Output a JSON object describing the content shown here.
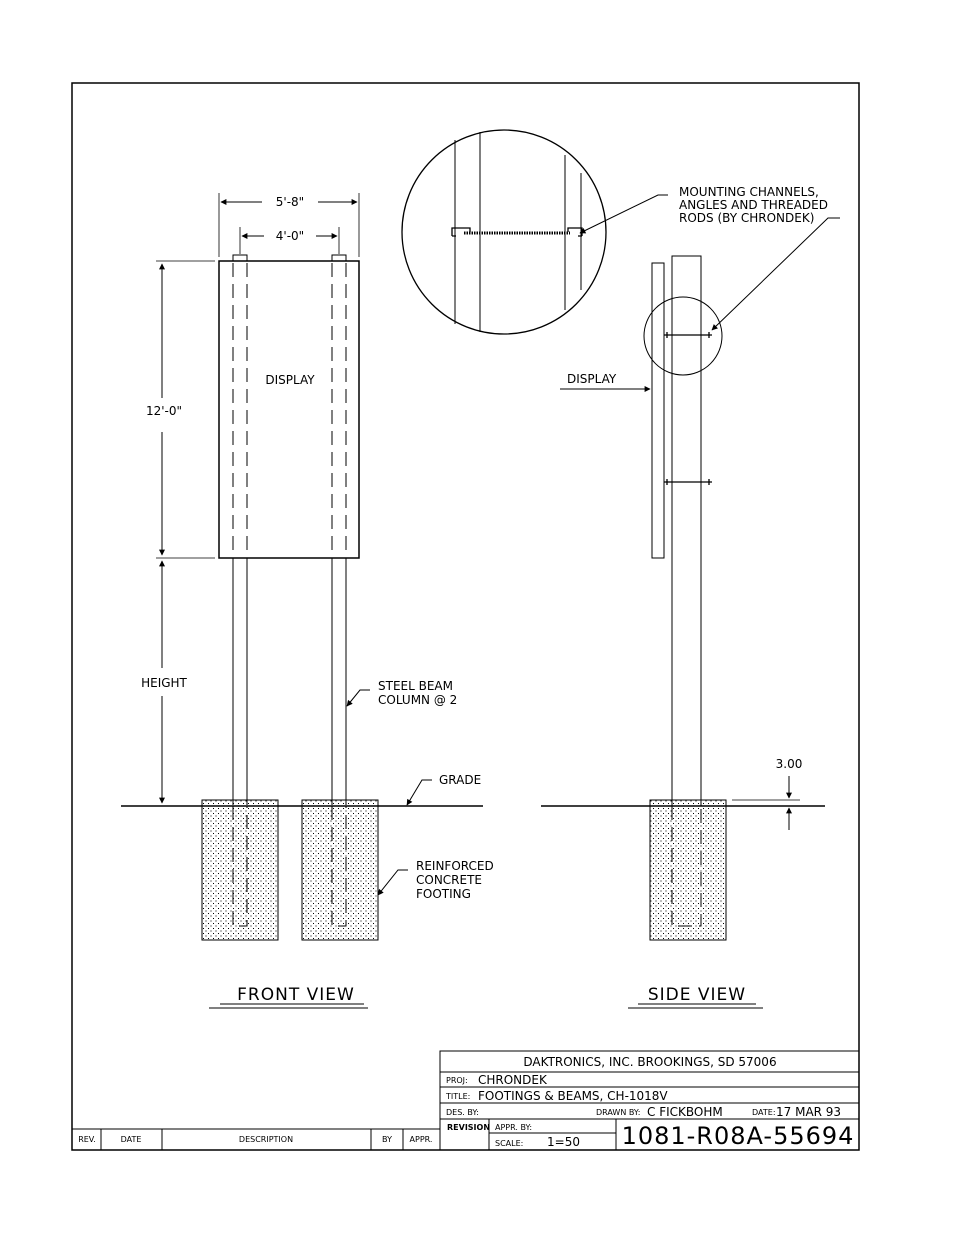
{
  "front_view": {
    "dim_overall_width": "5'-8\"",
    "dim_column_spacing": "4'-0\"",
    "dim_display_height": "12'-0\"",
    "dim_height": "HEIGHT",
    "display_label": "DISPLAY",
    "steel_beam_line1": "STEEL BEAM",
    "steel_beam_line2": "COLUMN @ 2",
    "grade_label": "GRADE",
    "footing_line1": "REINFORCED",
    "footing_line2": "CONCRETE",
    "footing_line3": "FOOTING",
    "view_title": "FRONT VIEW"
  },
  "side_view": {
    "display_label": "DISPLAY",
    "mounting_line1": "MOUNTING CHANNELS,",
    "mounting_line2": "ANGLES AND THREADED",
    "mounting_line3": "RODS (BY CHRONDEK)",
    "dim_embed": "3.00",
    "view_title": "SIDE VIEW"
  },
  "revision_table": {
    "headers": [
      "REV.",
      "DATE",
      "DESCRIPTION",
      "BY",
      "APPR."
    ]
  },
  "title_block": {
    "company": "DAKTRONICS, INC.   BROOKINGS, SD 57006",
    "proj_label": "PROJ:",
    "proj_value": "CHRONDEK",
    "title_label": "TITLE:",
    "title_value": "FOOTINGS & BEAMS, CH-1018V",
    "des_by_label": "DES. BY:",
    "drawn_by_label": "DRAWN BY:",
    "drawn_by_value": "C FICKBOHM",
    "date_label": "DATE:",
    "date_value": "17 MAR 93",
    "revision_label": "REVISION",
    "appr_by_label": "APPR. BY:",
    "scale_label": "SCALE:",
    "scale_value": "1=50",
    "drawing_number": "1081-R08A-55694"
  }
}
